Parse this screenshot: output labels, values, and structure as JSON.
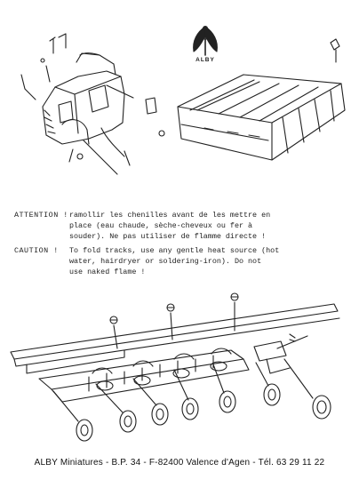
{
  "brand": {
    "logo_text": "ALBY"
  },
  "warnings": {
    "fr_label": "ATTENTION !",
    "fr_line1": "ramollir les chenilles avant de les mettre en",
    "fr_line2": "place (eau chaude, sèche-cheveux ou fer à",
    "fr_line3": "souder). Ne pas utiliser de flamme directe !",
    "en_label": "CAUTION !",
    "en_line1": "To fold tracks, use any gentle heat source (hot",
    "en_line2": "water, hairdryer or soldering-iron). Do not",
    "en_line3": "use naked flame !"
  },
  "footer": {
    "address": "ALBY Miniatures - B.P. 34 - F-82400 Valence d'Agen - Tél. 63 29 11 22"
  }
}
